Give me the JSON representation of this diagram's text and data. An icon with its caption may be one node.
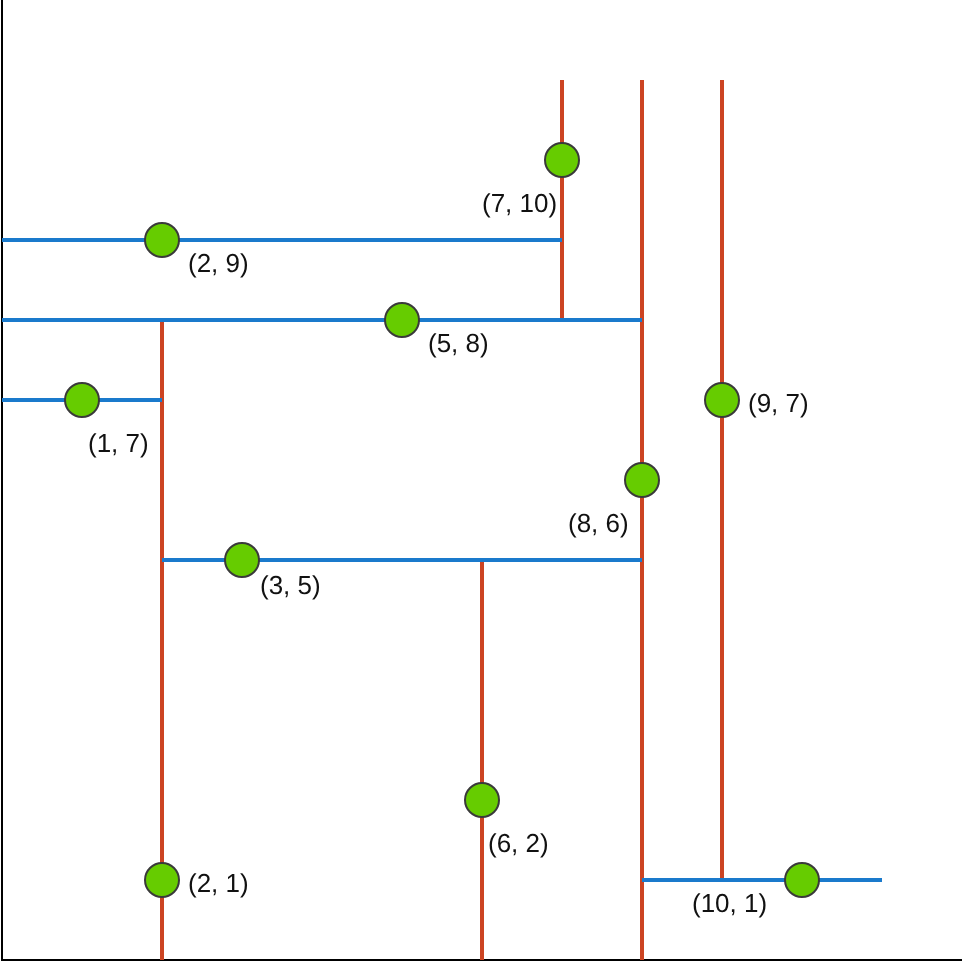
{
  "diagram": {
    "nodes": [
      {
        "text": [],
        "shape": "circle",
        "beside": [
          "(7, 10)"
        ]
      },
      {
        "text": [],
        "shape": "circle",
        "beside": [
          "(2, 9)"
        ]
      },
      {
        "text": [],
        "shape": "circle",
        "beside": [
          "(5, 8)"
        ]
      },
      {
        "text": [],
        "shape": "circle",
        "beside": [
          "(1, 7)"
        ]
      },
      {
        "text": [],
        "shape": "circle",
        "beside": [
          "(9, 7)"
        ]
      },
      {
        "text": [],
        "shape": "circle",
        "beside": [
          "(8, 6)"
        ]
      },
      {
        "text": [],
        "shape": "circle",
        "beside": [
          "(3, 5)"
        ]
      },
      {
        "text": [],
        "shape": "circle",
        "beside": [
          "(6, 2)"
        ]
      },
      {
        "text": [],
        "shape": "circle",
        "beside": [
          "(2, 1)"
        ]
      },
      {
        "text": [],
        "shape": "circle",
        "beside": [
          "(10, 1)"
        ]
      }
    ]
  }
}
